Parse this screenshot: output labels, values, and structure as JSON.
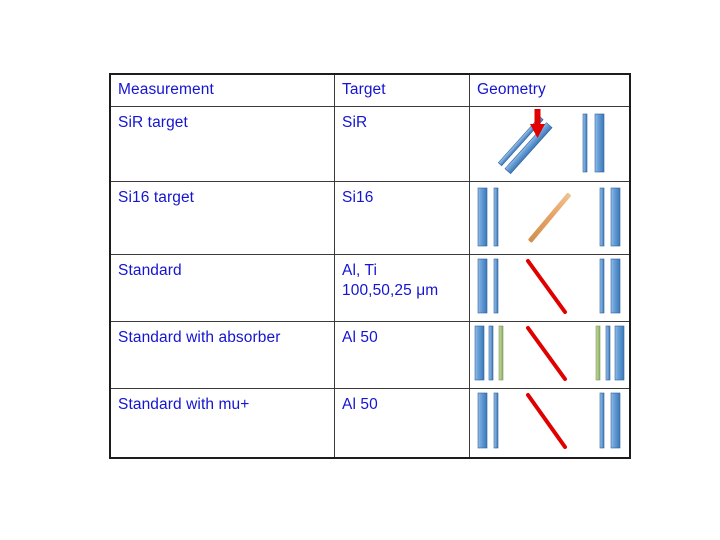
{
  "slide": {
    "background_color": "#ffffff",
    "text_color": "#1414d2",
    "border_color": "#1c1c1c"
  },
  "table": {
    "columns": [
      {
        "key": "measurement",
        "header": "Measurement"
      },
      {
        "key": "target",
        "header": "Target"
      },
      {
        "key": "geometry",
        "header": "Geometry"
      }
    ],
    "rows": [
      {
        "measurement": "SiR target",
        "target": "SiR",
        "geometry_name": "tilted-sir-target-with-beam-arrow"
      },
      {
        "measurement": "Si16 target",
        "target": "Si16",
        "geometry_name": "counters-with-tan-target"
      },
      {
        "measurement": "Standard",
        "target": "Al, Ti\n100,50,25 μm",
        "geometry_name": "counters-with-red-target"
      },
      {
        "measurement": "Standard with absorber",
        "target": "Al 50",
        "geometry_name": "counters-with-absorber-and-red-target"
      },
      {
        "measurement": "Standard with mu+",
        "target": "Al 50",
        "geometry_name": "counters-with-red-target-mu"
      }
    ]
  },
  "legend_colors": {
    "counter_blue_thick": "#4a86c8",
    "counter_blue_thin": "#5b93d0",
    "absorber_green": "#a9c47f",
    "target_tan": "#e8ab6f",
    "target_red": "#e00000",
    "beam_arrow_red": "#e00000"
  }
}
